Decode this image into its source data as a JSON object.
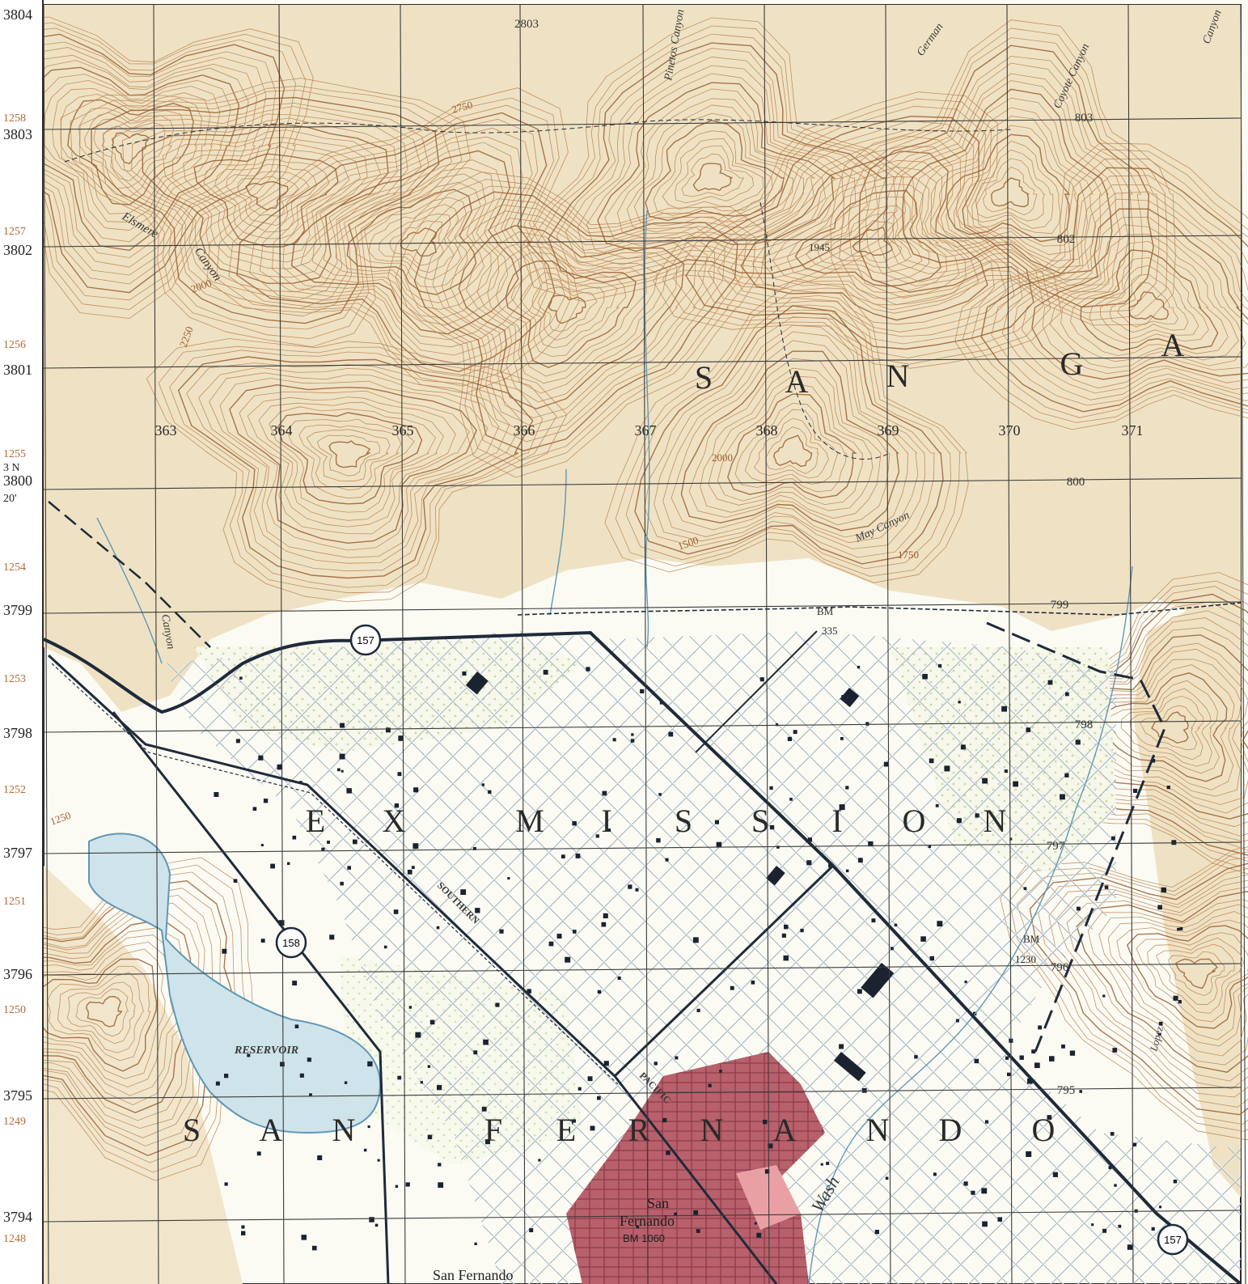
{
  "map": {
    "colors": {
      "paper": "#fbfbf4",
      "terrain": "#efe4c8",
      "contour": "#b9804f",
      "contour_index": "#9a5f33",
      "grid": "#3b3b3b",
      "water": "#cfe3ea",
      "water_line": "#5f98b5",
      "road": "#1f2a3a",
      "street": "#7f97a5",
      "urban": "#b8606c",
      "urban_light": "#e9a0a4",
      "vegetation": "#e2efcf",
      "building": "#1b2230"
    },
    "left_margin": {
      "northing_labels": [
        "3804",
        "1258",
        "3803",
        "1257",
        "3802",
        "1256",
        "3801",
        "1255",
        "3 N",
        "3800",
        "20'",
        "1254",
        "3799",
        "1253",
        "3798",
        "1252",
        "3797",
        "1251",
        "3796",
        "1250",
        "3795",
        "1249",
        "3794",
        "1248"
      ]
    },
    "easting_labels": [
      "363",
      "364",
      "365",
      "366",
      "367",
      "368",
      "369",
      "370",
      "371"
    ],
    "northing_grid_labels": [
      "3803",
      "3802",
      "3800",
      "3799",
      "3798",
      "3797",
      "3796",
      "3795"
    ],
    "top_labels": [
      "2803",
      "German",
      "Coyote Canyon",
      "Canyon",
      "Pinetos Canyon"
    ],
    "region_labels": {
      "san_gabriel": [
        "S",
        "A",
        "N",
        "G",
        "A"
      ],
      "ex_mission": [
        "E",
        "X",
        "M",
        "I",
        "S",
        "S",
        "I",
        "O",
        "N"
      ],
      "san_fernando": [
        "S",
        "A",
        "N",
        "F",
        "E",
        "R",
        "N",
        "A",
        "N",
        "D",
        "O"
      ]
    },
    "place_labels": {
      "elsmere": "Elsmere",
      "canyon1": "Canyon",
      "canyon2": "Canyon",
      "may_canyon": "May Canyon",
      "reservoir": "RESERVOIR",
      "southern": "SOUTHERN",
      "pacific": "PACIFIC",
      "wash": "Wash",
      "san_fernando_city": "San",
      "san_fernando_city2": "Fernando",
      "bm_city": "BM 1060",
      "san_fernando_bottom": "San Fernando",
      "lopez": "Lopez"
    },
    "elevations": {
      "e2000a": "2000",
      "e2250": "2250",
      "e1750": "1750",
      "e1500": "1500",
      "e1250": "1250",
      "e2000b": "2000",
      "e1945": "1945",
      "e2750": "2750"
    },
    "benchmarks": {
      "bm1": "BM",
      "bm1_val": "335",
      "bm2": "BM",
      "bm2_val": "1230"
    },
    "highway_shields": [
      "157",
      "158",
      "157"
    ]
  }
}
